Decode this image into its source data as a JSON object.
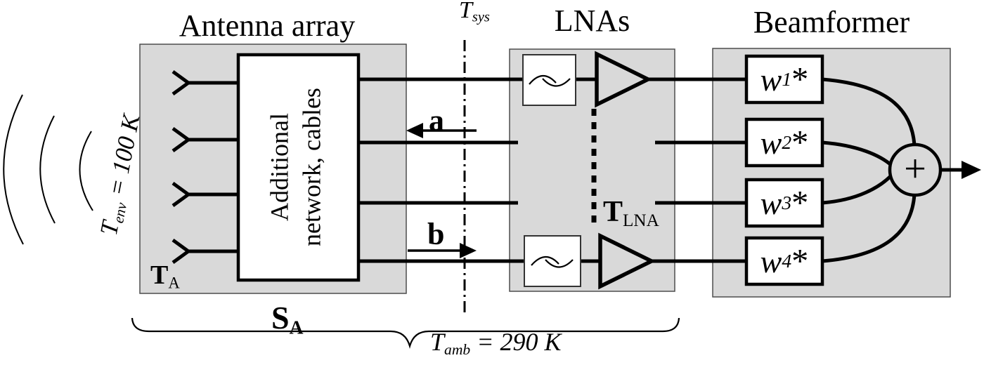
{
  "figure": {
    "type": "block-diagram",
    "description": "Phased-array receiver noise model: antenna array feeding LNAs and a beamformer",
    "sections": {
      "antenna_array": {
        "title": "Antenna array"
      },
      "lnas": {
        "title": "LNAs"
      },
      "beamformer": {
        "title": "Beamformer"
      }
    },
    "labels": {
      "t_env": {
        "base": "T",
        "sub": "env",
        "rest": " = 100 K"
      },
      "t_sys": {
        "base": "T",
        "sub": "sys"
      },
      "t_a": {
        "base": "T",
        "sub": "A"
      },
      "s_a": {
        "base": "S",
        "sub": "A"
      },
      "t_lna": {
        "base": "T",
        "sub": "LNA"
      },
      "t_amb": {
        "base": "T",
        "sub": "amb",
        "rest": " = 290 K"
      },
      "wave_a": "a",
      "wave_b": "b",
      "network_box": {
        "line1": "Additional",
        "line2": "network, cables"
      },
      "summation": "+"
    },
    "weights": [
      {
        "base": "w",
        "sub": "1",
        "sup": "*"
      },
      {
        "base": "w",
        "sub": "2",
        "sup": "*"
      },
      {
        "base": "w",
        "sub": "3",
        "sup": "*"
      },
      {
        "base": "w",
        "sub": "4",
        "sup": "*"
      }
    ],
    "channel_count": 4,
    "colors": {
      "block_fill": "#d9d9d9",
      "block_border": "#4d4d4d",
      "line": "#000000",
      "component_fill": "#ffffff"
    }
  }
}
